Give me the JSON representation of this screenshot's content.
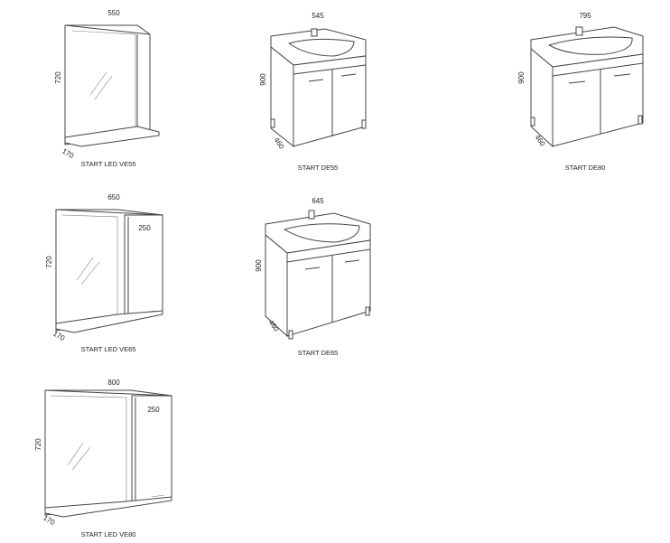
{
  "products": [
    {
      "id": "ve55",
      "caption": "START LED VE55",
      "width": "550",
      "height": "720",
      "depth": "170"
    },
    {
      "id": "de55",
      "caption": "START DE55",
      "width": "545",
      "height": "900",
      "depth": "460"
    },
    {
      "id": "de80",
      "caption": "START DE80",
      "width": "795",
      "height": "900",
      "depth": "460"
    },
    {
      "id": "ve65",
      "caption": "START LED VE65",
      "width": "650",
      "height": "720",
      "depth": "170",
      "cabinet": "250"
    },
    {
      "id": "de65",
      "caption": "START DE65",
      "width": "645",
      "height": "900",
      "depth": "460"
    },
    {
      "id": "ve80",
      "caption": "START LED VE80",
      "width": "800",
      "height": "720",
      "depth": "170",
      "cabinet": "250"
    }
  ]
}
